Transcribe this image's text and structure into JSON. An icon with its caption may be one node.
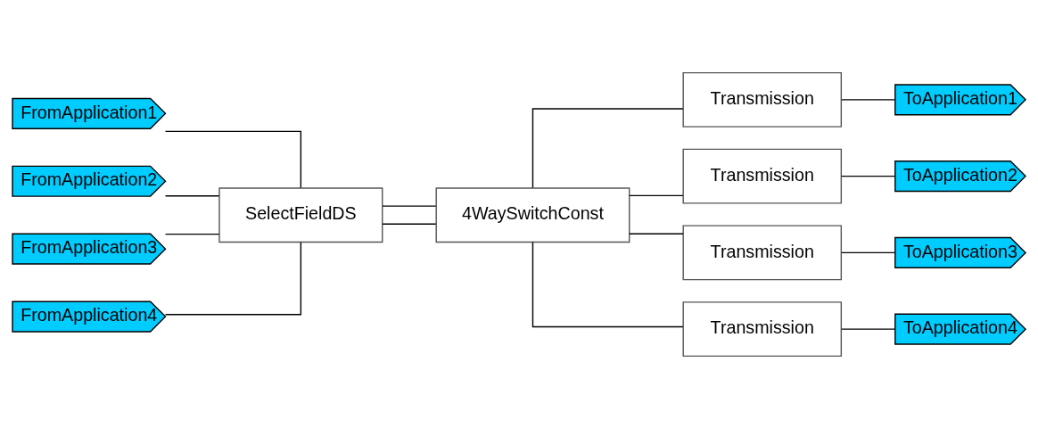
{
  "diagram": {
    "nodes": [
      {
        "text": [
          "FromApplication1"
        ]
      },
      {
        "text": [
          "FromApplication2"
        ]
      },
      {
        "text": [
          "FromApplication3"
        ]
      },
      {
        "text": [
          "FromApplication4"
        ]
      },
      {
        "text": [
          "SelectFieldDS"
        ]
      },
      {
        "text": [
          "4WaySwitchConst"
        ]
      },
      {
        "text": [
          "Transmission"
        ]
      },
      {
        "text": [
          "Transmission"
        ]
      },
      {
        "text": [
          "Transmission"
        ]
      },
      {
        "text": [
          "Transmission"
        ]
      },
      {
        "text": [
          "ToApplication1"
        ]
      },
      {
        "text": [
          "ToApplication2"
        ]
      },
      {
        "text": [
          "ToApplication3"
        ]
      },
      {
        "text": [
          "ToApplication4"
        ]
      }
    ],
    "edges": [
      {
        "from": 0,
        "to": 4,
        "arrow": "none"
      },
      {
        "from": 1,
        "to": 4,
        "arrow": "none"
      },
      {
        "from": 2,
        "to": 4,
        "arrow": "none"
      },
      {
        "from": 3,
        "to": 4,
        "arrow": "none"
      },
      {
        "from": 4,
        "to": 5,
        "arrow": "none"
      },
      {
        "from": 4,
        "to": 5,
        "arrow": "none"
      },
      {
        "from": 5,
        "to": 6,
        "arrow": "none"
      },
      {
        "from": 5,
        "to": 7,
        "arrow": "none"
      },
      {
        "from": 5,
        "to": 8,
        "arrow": "none"
      },
      {
        "from": 5,
        "to": 9,
        "arrow": "none"
      },
      {
        "from": 6,
        "to": 10,
        "arrow": "none"
      },
      {
        "from": 7,
        "to": 11,
        "arrow": "none"
      },
      {
        "from": 8,
        "to": 12,
        "arrow": "none"
      },
      {
        "from": 9,
        "to": 13,
        "arrow": "none"
      }
    ]
  }
}
